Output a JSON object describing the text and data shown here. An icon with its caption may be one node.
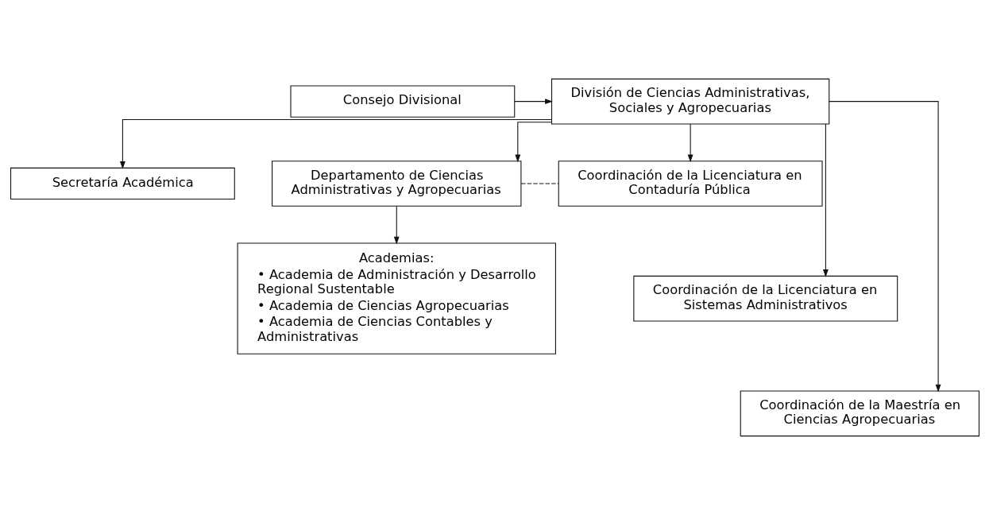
{
  "diagram": {
    "nodes": [
      {
        "text": [
          "Consejo Divisional"
        ]
      },
      {
        "text": [
          "División de Ciencias Administrativas, Sociales y Agropecuarias"
        ]
      },
      {
        "text": [
          "Secretaría Académica"
        ]
      },
      {
        "text": [
          "Departamento de Ciencias Administrativas y Agropecuarias"
        ]
      },
      {
        "text": [
          "Academias:",
          "• Academia de Administración y Desarrollo Regional Sustentable",
          "• Academia de Ciencias Agropecuarias",
          "• Academia de Ciencias Contables y Administrativas"
        ]
      },
      {
        "text": [
          "Coordinación de la Licenciatura en Contaduría Pública"
        ]
      },
      {
        "text": [
          "Coordinación de la Licenciatura en Sistemas Administrativos"
        ]
      },
      {
        "text": [
          "Coordinación de la Maestría en Ciencias Agropecuarias"
        ]
      }
    ],
    "edges": [
      {
        "from": 0,
        "to": 1,
        "arrow": "to"
      },
      {
        "from": 1,
        "to": 2,
        "arrow": "to"
      },
      {
        "from": 1,
        "to": 3,
        "arrow": "to"
      },
      {
        "from": 1,
        "to": 5,
        "arrow": "to"
      },
      {
        "from": 1,
        "to": 6,
        "arrow": "to"
      },
      {
        "from": 1,
        "to": 7,
        "arrow": "to"
      },
      {
        "from": 3,
        "to": 4,
        "arrow": "to"
      },
      {
        "from": 3,
        "to": 5,
        "arrow": "none",
        "style": "dashed"
      }
    ]
  }
}
